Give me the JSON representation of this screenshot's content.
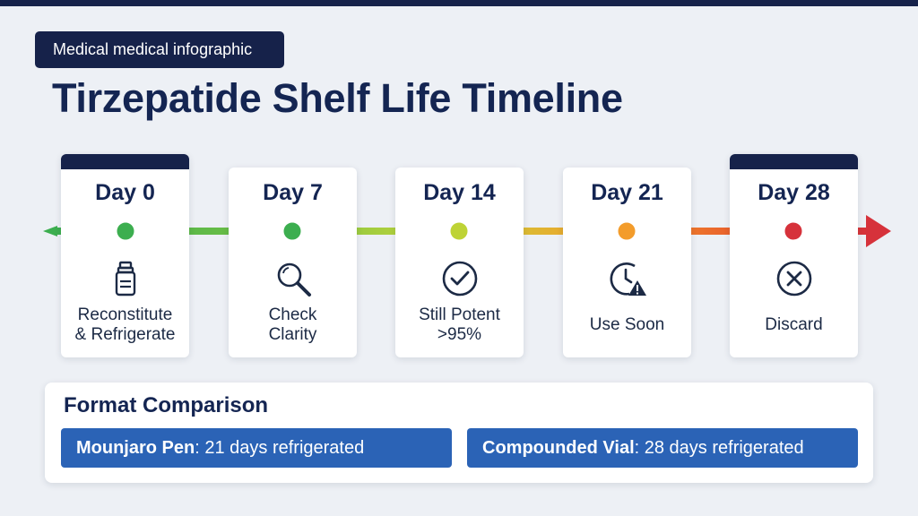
{
  "badge": "Medical medical infographic",
  "title": "Tirzepatide Shelf Life Timeline",
  "timeline": {
    "gradient": [
      "#3cae4f",
      "#8cc63f",
      "#d8d83a",
      "#f39c2b",
      "#e85a2c",
      "#d6323b"
    ],
    "stops": [
      {
        "day": "Day 0",
        "label": "Reconstitute\n& Refrigerate",
        "icon": "vial-icon",
        "dot_color": "#3cae4f"
      },
      {
        "day": "Day 7",
        "label": "Check\nClarity",
        "icon": "magnifier-icon",
        "dot_color": "#3cae4f"
      },
      {
        "day": "Day 14",
        "label": "Still Potent\n>95%",
        "icon": "check-circle-icon",
        "dot_color": "#bed336"
      },
      {
        "day": "Day 21",
        "label": "Use Soon",
        "icon": "clock-warning-icon",
        "dot_color": "#f39c2b"
      },
      {
        "day": "Day 28",
        "label": "Discard",
        "icon": "x-circle-icon",
        "dot_color": "#d6323b"
      }
    ]
  },
  "comparison": {
    "title": "Format Comparison",
    "items": [
      {
        "name": "Mounjaro Pen",
        "detail": ": 21 days refrigerated"
      },
      {
        "name": "Compounded Vial",
        "detail": ": 28 days refrigerated"
      }
    ]
  },
  "colors": {
    "navy": "#16224a",
    "pill_blue": "#2b63b6",
    "background": "#edf0f5"
  }
}
